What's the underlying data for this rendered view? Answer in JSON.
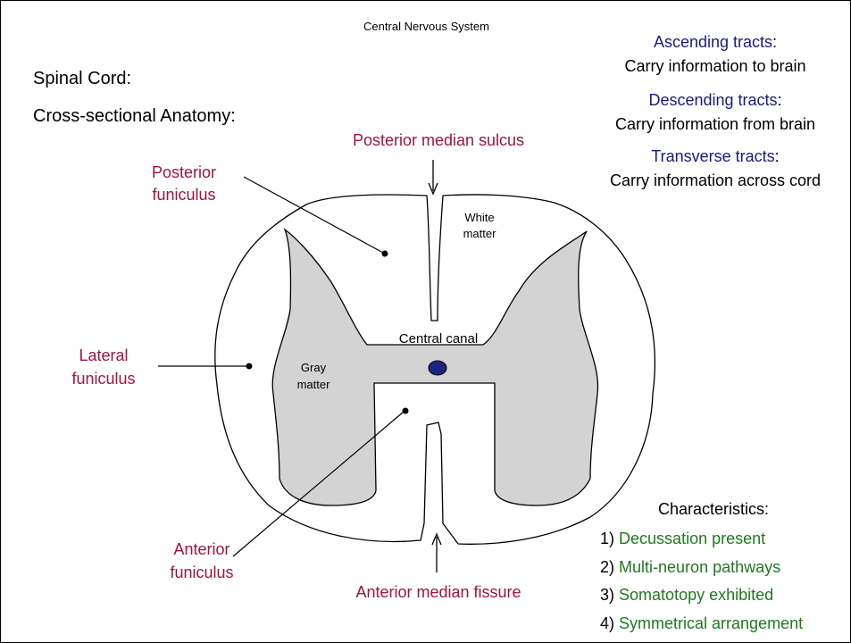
{
  "header": "Central Nervous System",
  "title_line1": "Spinal Cord:",
  "title_line2": "Cross-sectional Anatomy:",
  "tracts": [
    {
      "name": "Ascending tracts",
      "desc": "Carry information to brain"
    },
    {
      "name": "Descending tracts",
      "desc": "Carry information from brain"
    },
    {
      "name": "Transverse tracts",
      "desc": "Carry information across cord"
    }
  ],
  "labels": {
    "posterior_median_sulcus": "Posterior median sulcus",
    "posterior_funiculus_1": "Posterior",
    "posterior_funiculus_2": "funiculus",
    "lateral_funiculus_1": "Lateral",
    "lateral_funiculus_2": "funiculus",
    "anterior_funiculus_1": "Anterior",
    "anterior_funiculus_2": "funiculus",
    "anterior_median_fissure": "Anterior median fissure",
    "central_canal": "Central canal",
    "white_matter_1": "White",
    "white_matter_2": "matter",
    "gray_matter_1": "Gray",
    "gray_matter_2": "matter"
  },
  "characteristics": {
    "heading": "Characteristics:",
    "items": [
      {
        "num": "1)",
        "text": "Decussation present"
      },
      {
        "num": "2)",
        "text": "Multi-neuron pathways"
      },
      {
        "num": "3)",
        "text": "Somatotopy exhibited"
      },
      {
        "num": "4)",
        "text": "Symmetrical arrangement"
      }
    ]
  },
  "colors": {
    "label_red": "#a0143c",
    "tract_navy": "#1a1a80",
    "characteristic_green": "#1e7a1e",
    "gray_matter_fill": "#d3d3d3",
    "canal_fill": "#1a2580"
  }
}
